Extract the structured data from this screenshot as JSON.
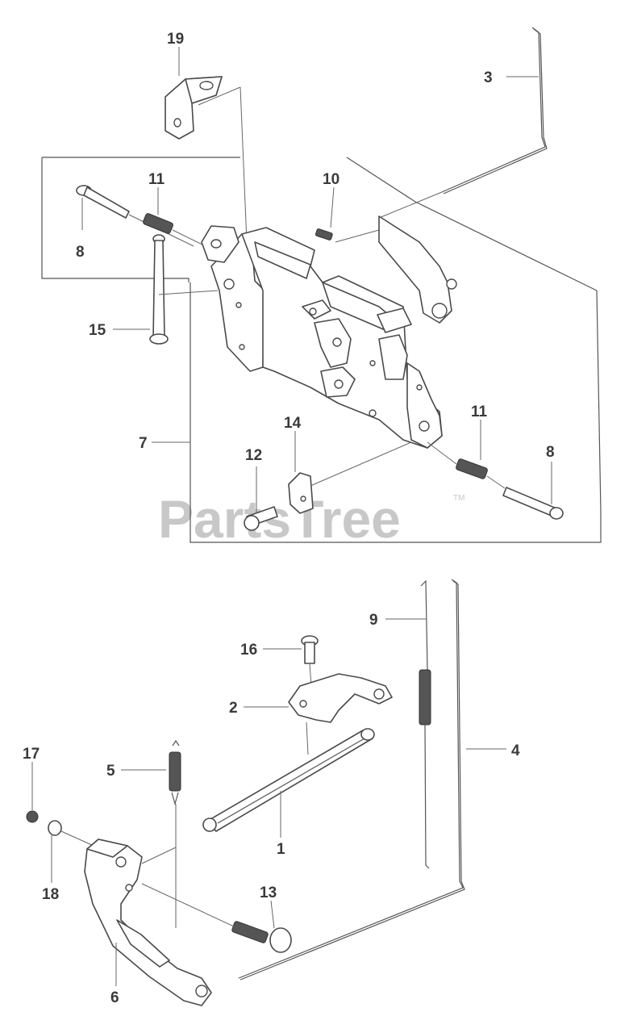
{
  "watermark": {
    "brand": "PartsTree",
    "trademark": "TM"
  },
  "callouts": {
    "c19": "19",
    "c3": "3",
    "c11a": "11",
    "c10": "10",
    "c8a": "8",
    "c15": "15",
    "c7": "7",
    "c14": "14",
    "c12": "12",
    "c11b": "11",
    "c8b": "8",
    "c9": "9",
    "c16": "16",
    "c2": "2",
    "c4": "4",
    "c17": "17",
    "c5": "5",
    "c1": "1",
    "c18": "18",
    "c13": "13",
    "c6": "6"
  }
}
